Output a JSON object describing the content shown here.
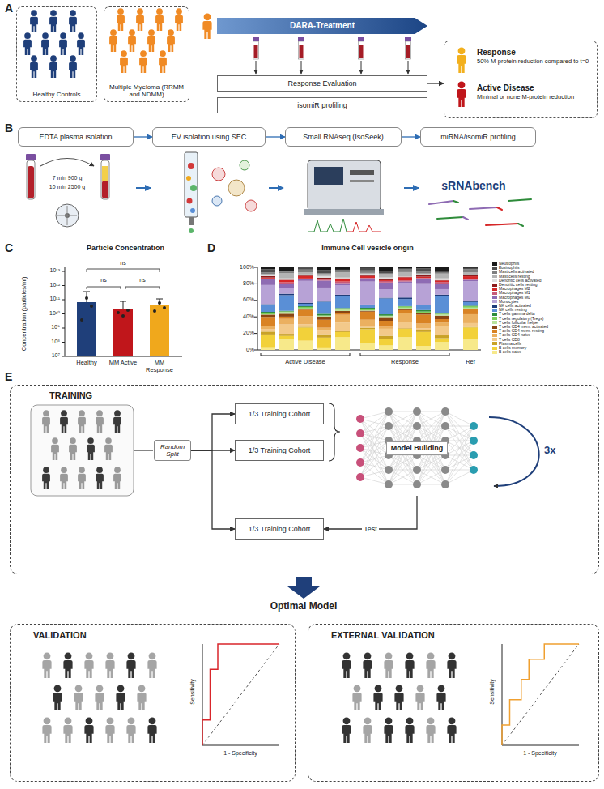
{
  "diagram": {
    "nodes": [
      {
        "text": [
          "Healthy Controls"
        ]
      },
      {
        "text": [
          "Multiple Myeloma (RRMM and NDMM)"
        ]
      },
      {
        "text": [
          "DARA-Treatment"
        ]
      },
      {
        "text": [
          "Response Evaluation"
        ]
      },
      {
        "text": [
          "isomiR profiling"
        ]
      },
      {
        "text": [
          "Response",
          "50% M-protein reduction compared to t=0",
          "Active Disease",
          "Minimal or none M-protein reduction"
        ]
      },
      {
        "text": [
          "EDTA plasma isolation"
        ]
      },
      {
        "text": [
          "EV isolation using SEC"
        ]
      },
      {
        "text": [
          "Small RNAseq (IsoSeek)"
        ]
      },
      {
        "text": [
          "miRNA/isomiR profiling"
        ]
      },
      {
        "text": [
          "TRAINING"
        ]
      },
      {
        "text": [
          "Random Split"
        ],
        "in": 10
      },
      {
        "text": [
          "1/3 Training Cohort"
        ],
        "in": 10
      },
      {
        "text": [
          "1/3 Training Cohort"
        ],
        "in": 10
      },
      {
        "text": [
          "1/3 Training Cohort"
        ],
        "in": 10
      },
      {
        "text": [
          "Model Building"
        ],
        "in": 10
      },
      {
        "text": [
          "VALIDATION"
        ]
      },
      {
        "text": [
          "EXTERNAL VALIDATION"
        ]
      }
    ],
    "edges": [
      {
        "from": 3,
        "to": 5,
        "arrow": "to"
      },
      {
        "from": 6,
        "to": 7,
        "arrow": "to"
      },
      {
        "from": 7,
        "to": 8,
        "arrow": "to"
      },
      {
        "from": 8,
        "to": 9,
        "arrow": "to"
      },
      {
        "from": 11,
        "to": 12,
        "arrow": "to"
      },
      {
        "from": 11,
        "to": 13,
        "arrow": "to"
      },
      {
        "from": 11,
        "to": 14,
        "arrow": "to"
      },
      {
        "from": 15,
        "to": 14,
        "label": "Test",
        "arrow": "to"
      }
    ],
    "labels": [
      "A",
      "B",
      "7 min 900 g",
      "10 min 2500 g",
      "sRNAbench",
      "C",
      "Particle Concentration",
      "Concentration (particles/ml)",
      "10¹³",
      "10¹²",
      "10¹¹",
      "10¹⁰",
      "10⁹",
      "10⁸",
      "10⁷",
      "ns",
      "ns",
      "ns",
      "Healthy",
      "MM Active",
      "MM Response",
      "D",
      "Immune Cell vesicle origin",
      "100%",
      "80%",
      "60%",
      "40%",
      "20%",
      "0%",
      "Active Disease",
      "Response",
      "Ref",
      "E",
      "3x",
      "Optimal Model",
      "Sensitivity",
      "1 - Specificity",
      "Sensitivity",
      "1 - Specificity"
    ],
    "legend": [
      {
        "text": "Neutrophils",
        "color": "#1a1a1a"
      },
      {
        "text": "Eosinophils",
        "color": "#4d4d4d"
      },
      {
        "text": "Mast cells activated",
        "color": "#7f7f7f"
      },
      {
        "text": "Mast cells resting",
        "color": "#b3b3b3"
      },
      {
        "text": "Dendritic cells activated",
        "color": "#dedede"
      },
      {
        "text": "Dendritic cells resting",
        "color": "#8e1b1b"
      },
      {
        "text": "Macrophages M2",
        "color": "#d62728"
      },
      {
        "text": "Macrophages M1",
        "color": "#c75b7a"
      },
      {
        "text": "Macrophages M0",
        "color": "#8e6bb3"
      },
      {
        "text": "Monocytes",
        "color": "#b7a2d6"
      },
      {
        "text": "NK cells activated",
        "color": "#1f3d7a"
      },
      {
        "text": "NK cells resting",
        "color": "#5a8fd6"
      },
      {
        "text": "T cells gamma delta",
        "color": "#2e8b3a"
      },
      {
        "text": "T cells regulatory (Tregs)",
        "color": "#7ccf5a"
      },
      {
        "text": "T cells follicular helper",
        "color": "#b9e29a"
      },
      {
        "text": "T cells CD4 mem. activated",
        "color": "#8a4513"
      },
      {
        "text": "T cells CD4 mem. resting",
        "color": "#d98324"
      },
      {
        "text": "T cells CD4 naive",
        "color": "#ebb060"
      },
      {
        "text": "T cells CD8",
        "color": "#f3c98a"
      },
      {
        "text": "Plasma cells",
        "color": "#c9a227"
      },
      {
        "text": "B cells memory",
        "color": "#f2d13a"
      },
      {
        "text": "B cells naive",
        "color": "#f7e98a"
      }
    ]
  }
}
